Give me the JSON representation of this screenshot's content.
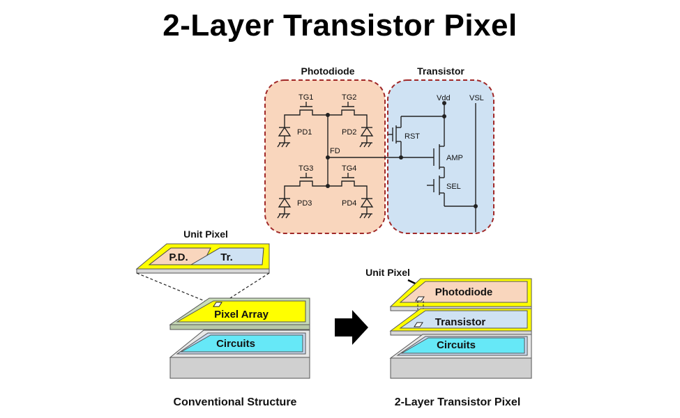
{
  "title": "2-Layer Transistor Pixel",
  "colors": {
    "photodiode_fill": "#f9d6bd",
    "transistor_fill": "#cfe2f3",
    "dashed_border": "#a02828",
    "yellow": "#ffff00",
    "cyan": "#66e8f7",
    "slab": "#e6e6e6",
    "pixel_array_frame": "#c8dcb8"
  },
  "schematic": {
    "photodiode_label": "Photodiode",
    "transistor_label": "Transistor",
    "tg1": "TG1",
    "tg2": "TG2",
    "tg3": "TG3",
    "tg4": "TG4",
    "pd1": "PD1",
    "pd2": "PD2",
    "pd3": "PD3",
    "pd4": "PD4",
    "fd": "FD",
    "vdd": "Vdd",
    "vsl": "VSL",
    "rst": "RST",
    "amp": "AMP",
    "sel": "SEL"
  },
  "conventional": {
    "unit_pixel_label": "Unit Pixel",
    "pd_label": "P.D.",
    "tr_label": "Tr.",
    "pixel_array_label": "Pixel Array",
    "circuits_label": "Circuits",
    "caption": "Conventional Structure"
  },
  "two_layer": {
    "unit_pixel_label": "Unit Pixel",
    "photodiode_label": "Photodiode",
    "transistor_label": "Transistor",
    "circuits_label": "Circuits",
    "caption": "2-Layer Transistor Pixel"
  },
  "arrow_icon": "right-arrow-icon"
}
